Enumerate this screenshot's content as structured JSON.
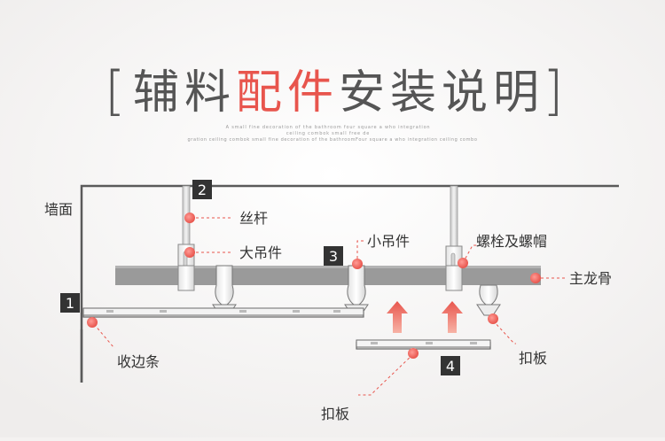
{
  "title": {
    "open_bracket": "[",
    "close_bracket": "]",
    "chars": [
      "辅",
      "料",
      "配",
      "件",
      "安",
      "装",
      "说",
      "明"
    ],
    "subtitle_lines": [
      "A small fine decoration of the bathroom four square a who integration",
      "ceiling combok small free de",
      "gration ceiling combok small fine decoration of the bathroomFour square a who integration ceiling combo"
    ]
  },
  "labels": {
    "wall": "墙面",
    "threaded_rod": "丝杆",
    "large_hanger": "大吊件",
    "small_hanger": "小吊件",
    "bolt_and_cap": "螺栓及螺帽",
    "main_keel": "主龙骨",
    "edge_strip": "收边条",
    "clip_panel_right": "扣板",
    "clip_panel_bottom": "扣板"
  },
  "steps": [
    "1",
    "2",
    "3",
    "4"
  ],
  "colors": {
    "accent": "#e8554d",
    "marker_dark": "#333333",
    "keel": "#9a9a9a",
    "line": "#5a5a5a"
  }
}
